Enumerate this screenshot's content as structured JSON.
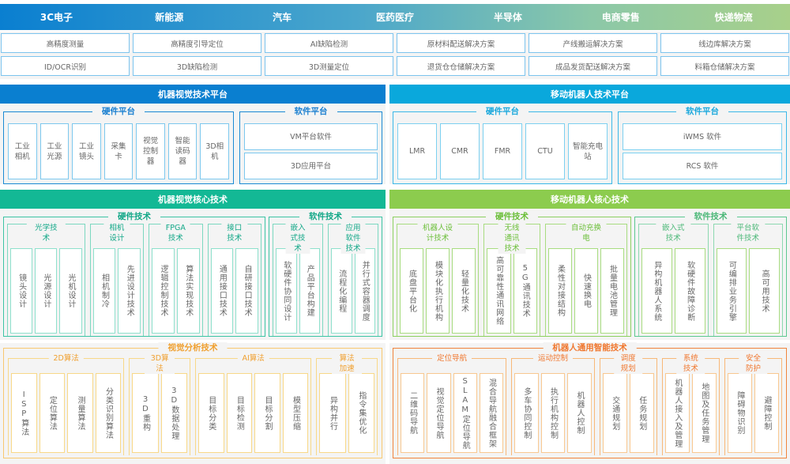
{
  "industries": [
    "3C电子",
    "新能源",
    "汽车",
    "医药医疗",
    "半导体",
    "电商零售",
    "快递物流"
  ],
  "solutions": [
    [
      "高精度测量",
      "高精度引导定位",
      "AI缺陷检测",
      "原材料配送解决方案",
      "产线搬运解决方案",
      "线边库解决方案"
    ],
    [
      "ID/OCR识别",
      "3D缺陷检测",
      "3D测量定位",
      "退货仓仓储解决方案",
      "成品发货配送解决方案",
      "料箱仓储解决方案"
    ]
  ],
  "colors": {
    "vision_platform": "#0a7fd0",
    "robot_platform": "#0aa8dc",
    "vision_core": "#13b895",
    "robot_core": "#8ccc4e",
    "vision_analysis": "#f5b840",
    "robot_intelligence": "#f0843c"
  },
  "platforms": {
    "vision": {
      "title": "机器视觉技术平台",
      "hardware": {
        "title": "硬件平台",
        "items": [
          "工业相机",
          "工业光源",
          "工业镜头",
          "采集卡",
          "视觉控制器",
          "智能读码器",
          "3D相机"
        ]
      },
      "software": {
        "title": "软件平台",
        "items": [
          "VM平台软件",
          "3D应用平台"
        ]
      }
    },
    "robot": {
      "title": "移动机器人技术平台",
      "hardware": {
        "title": "硬件平台",
        "items": [
          "LMR",
          "CMR",
          "FMR",
          "CTU",
          "智能充电站"
        ]
      },
      "software": {
        "title": "软件平台",
        "items": [
          "iWMS 软件",
          "RCS 软件"
        ]
      }
    }
  },
  "core": {
    "vision": {
      "title": "机器视觉核心技术",
      "hardware": {
        "title": "硬件技术",
        "groups": [
          {
            "title": "光学技术",
            "items": [
              "镜头设计",
              "光源设计",
              "光机设计"
            ]
          },
          {
            "title": "相机设计",
            "items": [
              "相机制冷",
              "先进设计技术"
            ]
          },
          {
            "title": "FPGA技术",
            "items": [
              "逻辑控制技术",
              "算法实现技术"
            ]
          },
          {
            "title": "接口技术",
            "items": [
              "通用接口技术",
              "自研接口技术"
            ]
          }
        ]
      },
      "software": {
        "title": "软件技术",
        "groups": [
          {
            "title": "嵌入式技术",
            "items": [
              "软硬件协同设计",
              "产品平台构建"
            ]
          },
          {
            "title": "应用软件技术",
            "items": [
              "流程化编程",
              "并行式容器调度"
            ]
          }
        ]
      }
    },
    "robot": {
      "title": "移动机器人核心技术",
      "hardware": {
        "title": "硬件技术",
        "groups": [
          {
            "title": "机器人设计技术",
            "items": [
              "底盘平台化",
              "模块化执行机构",
              "轻量化技术"
            ]
          },
          {
            "title": "无线通讯技术",
            "items": [
              "高可靠性通讯网络",
              "5G通讯技术"
            ]
          },
          {
            "title": "自动充换电",
            "items": [
              "柔性对接结构",
              "快速换电",
              "批量电池管理"
            ]
          }
        ]
      },
      "software": {
        "title": "软件技术",
        "groups": [
          {
            "title": "嵌入式技术",
            "items": [
              "异构机器人系统",
              "软硬件故障诊断"
            ]
          },
          {
            "title": "平台软件技术",
            "items": [
              "可编排业务引擎",
              "高可用技术"
            ]
          }
        ]
      }
    }
  },
  "analysis": {
    "vision": {
      "title": "视觉分析技术",
      "groups": [
        {
          "title": "2D算法",
          "items": [
            "ISP算法",
            "定位算法",
            "测量算法",
            "分类识别算法"
          ]
        },
        {
          "title": "3D算法",
          "items": [
            "3D重构",
            "3D数据处理"
          ]
        },
        {
          "title": "AI算法",
          "items": [
            "目标分类",
            "目标检测",
            "目标分割",
            "模型压缩"
          ]
        },
        {
          "title": "算法加速",
          "items": [
            "异构并行",
            "指令集优化"
          ]
        }
      ]
    },
    "robot": {
      "title": "机器人通用智能技术",
      "groups": [
        {
          "title": "定位导航",
          "items": [
            "二维码导航",
            "视觉定位导航",
            "SLAM定位导航",
            "混合导航融合框架"
          ]
        },
        {
          "title": "运动控制",
          "items": [
            "多车协同控制",
            "执行机构控制",
            "机器人控制"
          ]
        },
        {
          "title": "调度规划",
          "items": [
            "交通规划",
            "任务规划"
          ]
        },
        {
          "title": "系统技术",
          "items": [
            "机器人接入及管理",
            "地图及任务管理"
          ]
        },
        {
          "title": "安全防护",
          "items": [
            "障碍物识别",
            "避障控制"
          ]
        }
      ]
    }
  }
}
